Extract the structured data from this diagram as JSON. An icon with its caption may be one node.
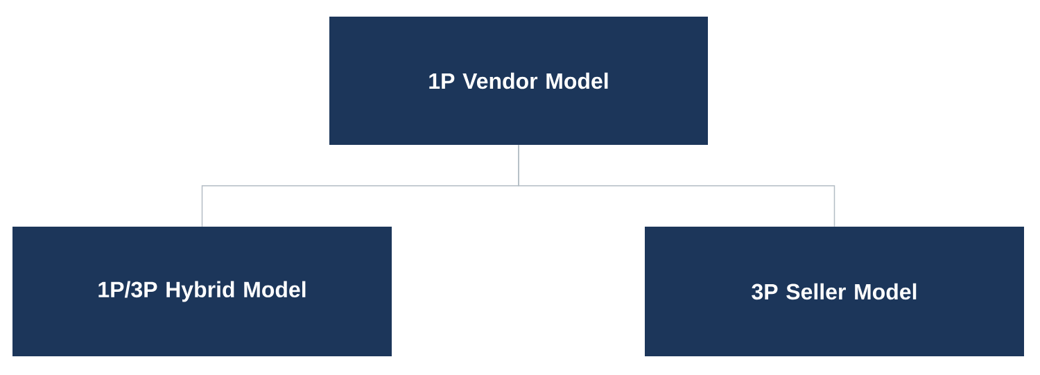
{
  "diagram": {
    "nodes": [
      {
        "text": [
          "1P Vendor Model"
        ]
      },
      {
        "text": [
          "1P/3P Hybrid Model"
        ]
      },
      {
        "text": [
          "3P Seller Model"
        ]
      }
    ],
    "edges": [
      {
        "from": 0,
        "to": 1,
        "arrow": "none"
      },
      {
        "from": 0,
        "to": 2,
        "arrow": "none"
      }
    ]
  }
}
